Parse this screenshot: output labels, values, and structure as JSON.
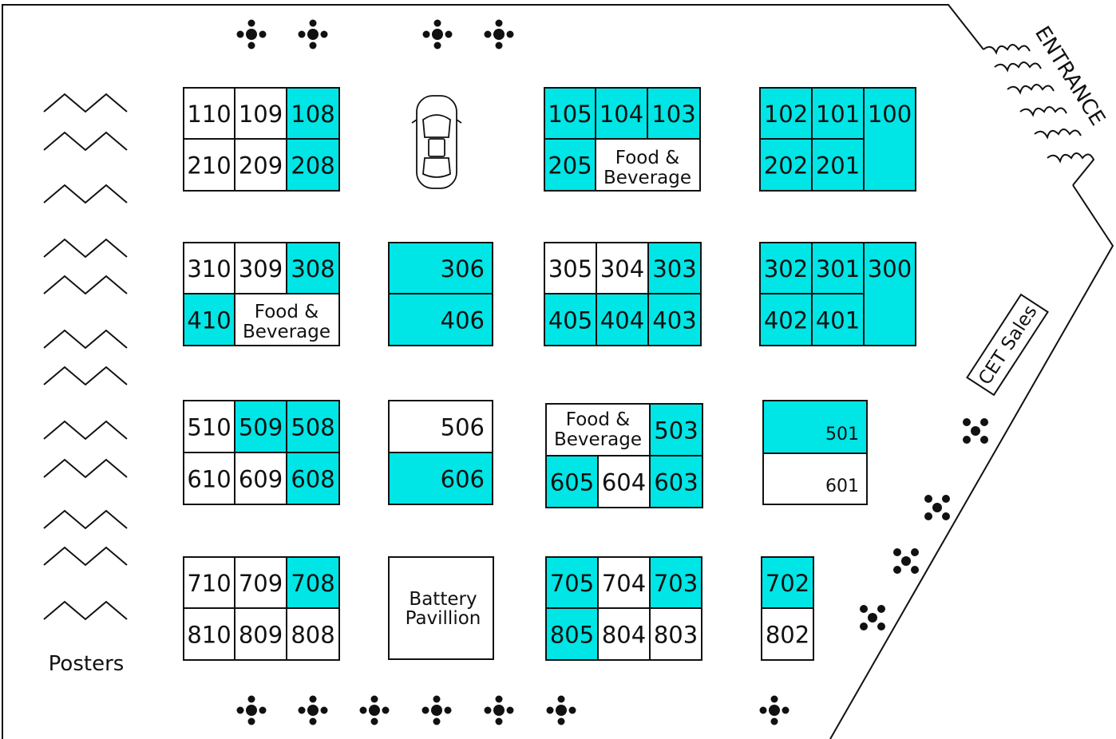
{
  "colors": {
    "reserved": "#00e5e5",
    "available": "#ffffff",
    "line": "#111111"
  },
  "labels": {
    "entrance": "ENTRANCE",
    "cet_sales": "CET Sales",
    "posters": "Posters",
    "food_l1": "Food &",
    "food_l2": "Beverage",
    "battery_l1": "Battery",
    "battery_l2": "Pavillion"
  },
  "booths": [
    {
      "id": "110",
      "reserved": false
    },
    {
      "id": "109",
      "reserved": false
    },
    {
      "id": "108",
      "reserved": true
    },
    {
      "id": "210",
      "reserved": false
    },
    {
      "id": "209",
      "reserved": false
    },
    {
      "id": "208",
      "reserved": true
    },
    {
      "id": "105",
      "reserved": true
    },
    {
      "id": "104",
      "reserved": true
    },
    {
      "id": "103",
      "reserved": true
    },
    {
      "id": "205",
      "reserved": true
    },
    {
      "id": "102",
      "reserved": true
    },
    {
      "id": "101",
      "reserved": true
    },
    {
      "id": "100",
      "reserved": true
    },
    {
      "id": "202",
      "reserved": true
    },
    {
      "id": "201",
      "reserved": true
    },
    {
      "id": "310",
      "reserved": false
    },
    {
      "id": "309",
      "reserved": false
    },
    {
      "id": "308",
      "reserved": true
    },
    {
      "id": "410",
      "reserved": true
    },
    {
      "id": "306",
      "reserved": true
    },
    {
      "id": "406",
      "reserved": true
    },
    {
      "id": "305",
      "reserved": false
    },
    {
      "id": "304",
      "reserved": false
    },
    {
      "id": "303",
      "reserved": true
    },
    {
      "id": "405",
      "reserved": true
    },
    {
      "id": "404",
      "reserved": true
    },
    {
      "id": "403",
      "reserved": true
    },
    {
      "id": "302",
      "reserved": true
    },
    {
      "id": "301",
      "reserved": true
    },
    {
      "id": "300",
      "reserved": true
    },
    {
      "id": "402",
      "reserved": true
    },
    {
      "id": "401",
      "reserved": true
    },
    {
      "id": "510",
      "reserved": false
    },
    {
      "id": "509",
      "reserved": true
    },
    {
      "id": "508",
      "reserved": true
    },
    {
      "id": "610",
      "reserved": false
    },
    {
      "id": "609",
      "reserved": false
    },
    {
      "id": "608",
      "reserved": true
    },
    {
      "id": "506",
      "reserved": false
    },
    {
      "id": "606",
      "reserved": true
    },
    {
      "id": "503",
      "reserved": true
    },
    {
      "id": "605",
      "reserved": true
    },
    {
      "id": "604",
      "reserved": false
    },
    {
      "id": "603",
      "reserved": true
    },
    {
      "id": "501",
      "reserved": true
    },
    {
      "id": "601",
      "reserved": false
    },
    {
      "id": "710",
      "reserved": false
    },
    {
      "id": "709",
      "reserved": false
    },
    {
      "id": "708",
      "reserved": true
    },
    {
      "id": "810",
      "reserved": false
    },
    {
      "id": "809",
      "reserved": false
    },
    {
      "id": "808",
      "reserved": false
    },
    {
      "id": "705",
      "reserved": true
    },
    {
      "id": "704",
      "reserved": false
    },
    {
      "id": "703",
      "reserved": true
    },
    {
      "id": "805",
      "reserved": true
    },
    {
      "id": "804",
      "reserved": false
    },
    {
      "id": "803",
      "reserved": false
    },
    {
      "id": "702",
      "reserved": true
    },
    {
      "id": "802",
      "reserved": false
    }
  ]
}
